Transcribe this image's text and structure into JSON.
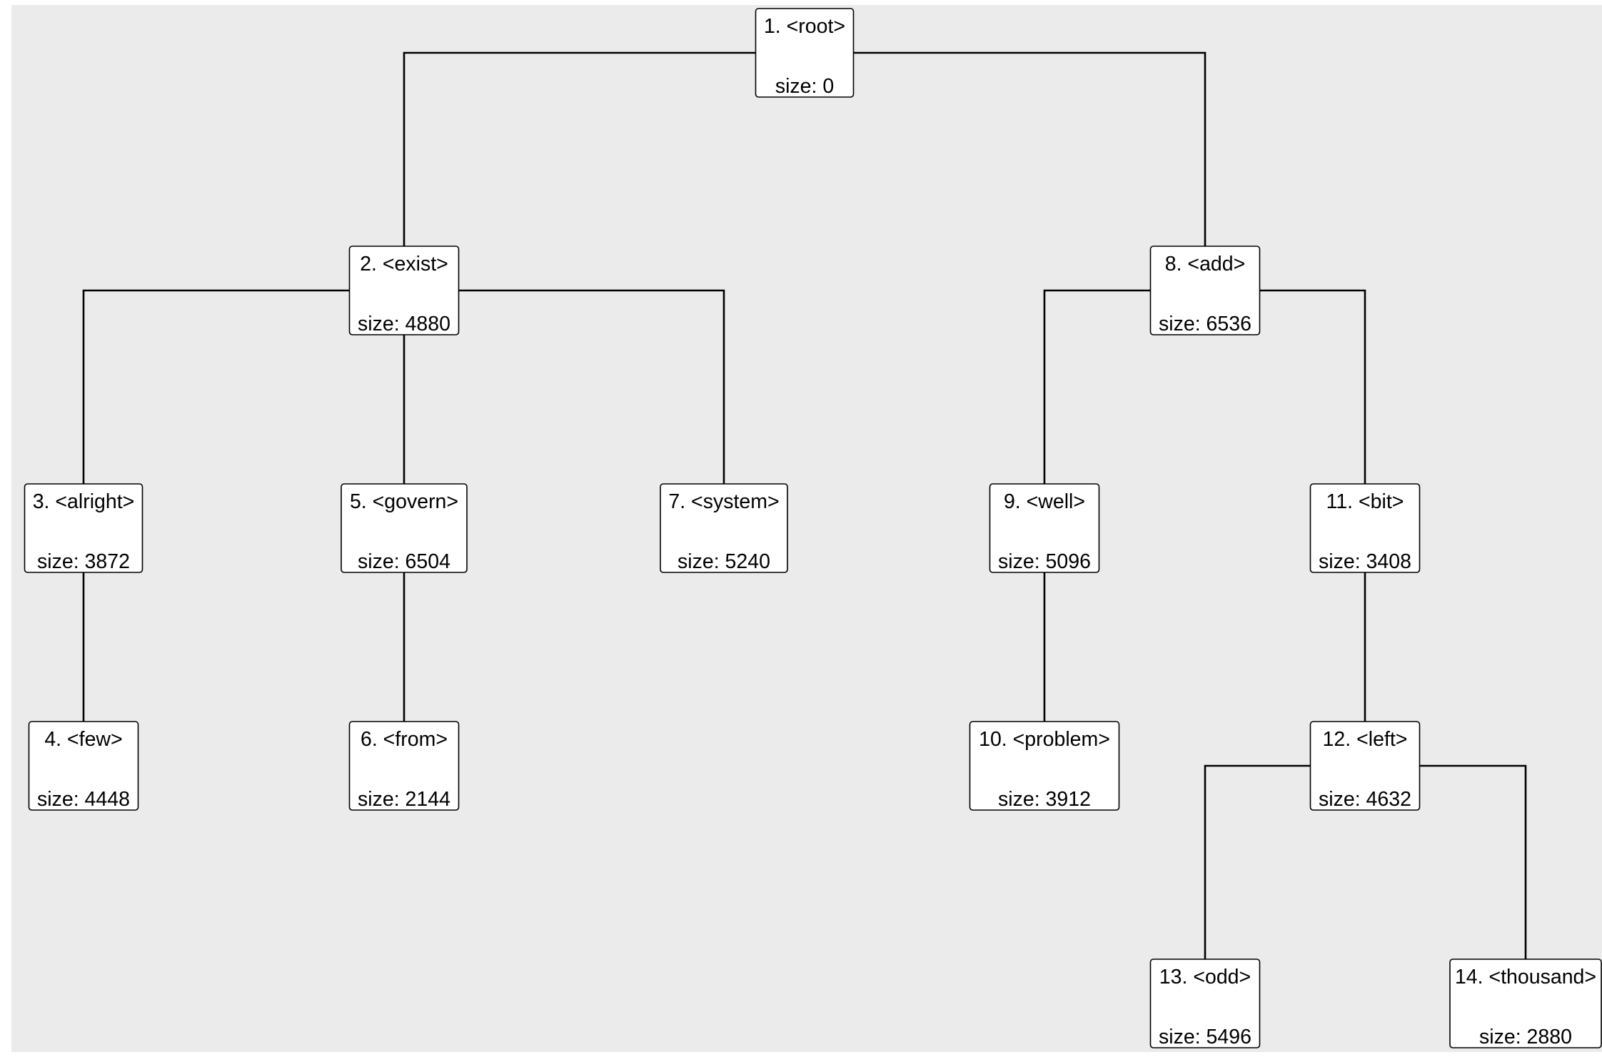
{
  "colors": {
    "page_background": "#ffffff",
    "panel_background": "#ebebeb",
    "node_fill": "#ffffff",
    "node_border": "#000000",
    "edge": "#000000",
    "text": "#000000"
  },
  "tree": {
    "nodes": [
      {
        "id": 1,
        "title": "1. <root>",
        "size_text": "size: 0",
        "size": 0,
        "parent": null
      },
      {
        "id": 2,
        "title": "2. <exist>",
        "size_text": "size: 4880",
        "size": 4880,
        "parent": 1
      },
      {
        "id": 3,
        "title": "3. <alright>",
        "size_text": "size: 3872",
        "size": 3872,
        "parent": 2
      },
      {
        "id": 4,
        "title": "4. <few>",
        "size_text": "size: 4448",
        "size": 4448,
        "parent": 3
      },
      {
        "id": 5,
        "title": "5. <govern>",
        "size_text": "size: 6504",
        "size": 6504,
        "parent": 2
      },
      {
        "id": 6,
        "title": "6. <from>",
        "size_text": "size: 2144",
        "size": 2144,
        "parent": 5
      },
      {
        "id": 7,
        "title": "7. <system>",
        "size_text": "size: 5240",
        "size": 5240,
        "parent": 2
      },
      {
        "id": 8,
        "title": "8. <add>",
        "size_text": "size: 6536",
        "size": 6536,
        "parent": 1
      },
      {
        "id": 9,
        "title": "9. <well>",
        "size_text": "size: 5096",
        "size": 5096,
        "parent": 8
      },
      {
        "id": 10,
        "title": "10. <problem>",
        "size_text": "size: 3912",
        "size": 3912,
        "parent": 9
      },
      {
        "id": 11,
        "title": "11. <bit>",
        "size_text": "size: 3408",
        "size": 3408,
        "parent": 8
      },
      {
        "id": 12,
        "title": "12. <left>",
        "size_text": "size: 4632",
        "size": 4632,
        "parent": 11
      },
      {
        "id": 13,
        "title": "13. <odd>",
        "size_text": "size: 5496",
        "size": 5496,
        "parent": 12
      },
      {
        "id": 14,
        "title": "14. <thousand>",
        "size_text": "size: 2880",
        "size": 2880,
        "parent": 12
      }
    ]
  }
}
